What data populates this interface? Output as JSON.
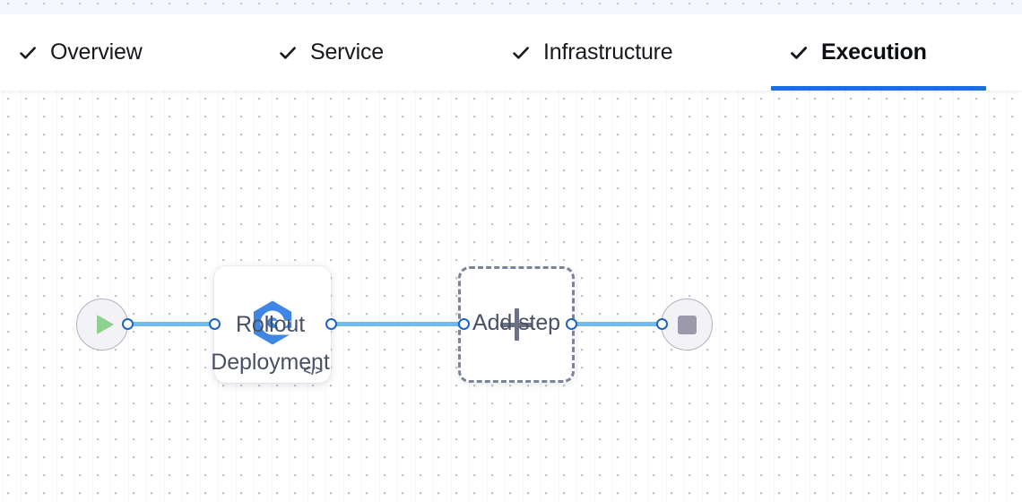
{
  "top_strip": {
    "name": "canvas-dotted-strip"
  },
  "tabbar": {
    "tabs": [
      {
        "label": "Overview",
        "icon": "check-icon",
        "active": false
      },
      {
        "label": "Service",
        "icon": "check-icon",
        "active": false
      },
      {
        "label": "Infrastructure",
        "icon": "check-icon",
        "active": false
      },
      {
        "label": "Execution",
        "icon": "check-icon",
        "active": true
      }
    ],
    "active_underline_color": "#1a70d6"
  },
  "canvas": {
    "start_node": {
      "icon": "play-icon",
      "label": ""
    },
    "steps": [
      {
        "id": "rollout-deployment",
        "icon": "harness-rollout-icon",
        "badge_icon": "code-icon",
        "badge_text": "</>",
        "label": "Rollout\nDeployment"
      }
    ],
    "add_step": {
      "icon": "plus-icon",
      "label": "Add step"
    },
    "end_node": {
      "icon": "stop-icon",
      "label": ""
    },
    "edge_color": "#6fbcf0",
    "port_color": "#1d63c6"
  }
}
